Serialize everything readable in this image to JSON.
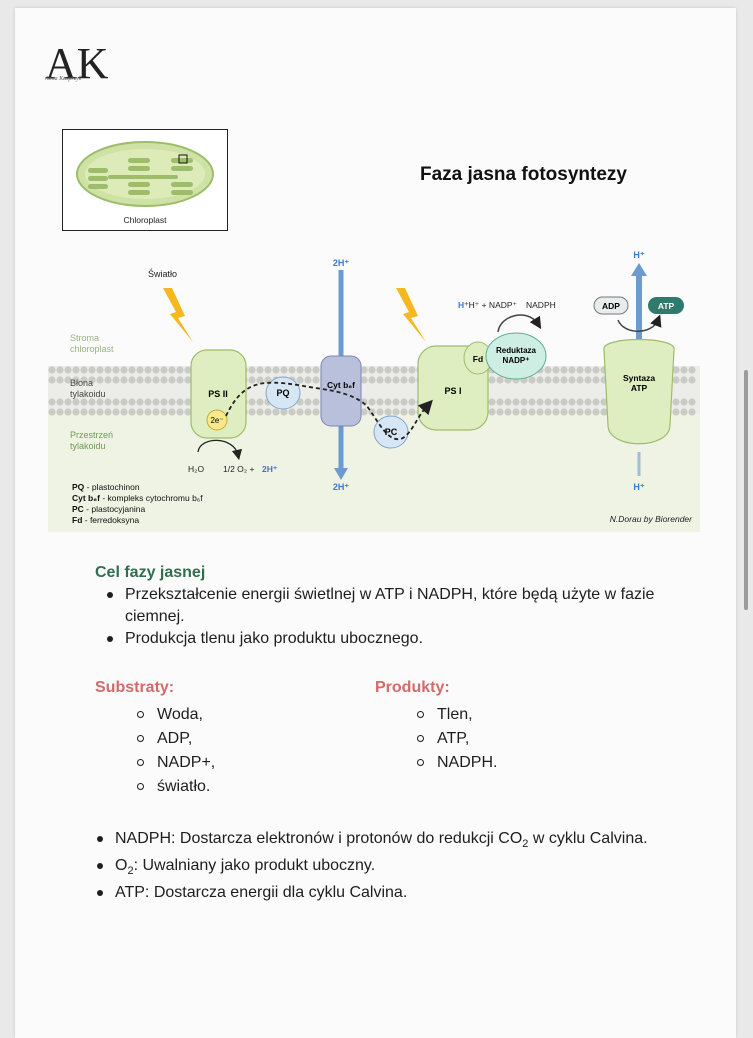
{
  "logo": {
    "letters": "AK",
    "signature": "Anna Kasprzyk"
  },
  "thumbnail": {
    "label": "Chloroplast"
  },
  "title": "Faza jasna fotosyntezy",
  "diagram": {
    "swiatlo": "Światło",
    "region_stroma_1": "Stroma",
    "region_stroma_2": "chloroplast",
    "region_blona_1": "Błona",
    "region_blona_2": "tylakoidu",
    "region_przestrzen_1": "Przestrzeń",
    "region_przestrzen_2": "tylakoidu",
    "ps2": "PS II",
    "two_e": "2e⁻",
    "pq": "PQ",
    "cyt": "Cyt b₆f",
    "pc": "PC",
    "ps1": "PS I",
    "fd": "Fd",
    "reduktaza_1": "Reduktaza",
    "reduktaza_2": "NADP⁺",
    "syntaza_1": "Syntaza",
    "syntaza_2": "ATP",
    "two_h_top": "2H⁺",
    "two_h_bottom": "2H⁺",
    "h_top": "H⁺",
    "h_bottom": "H⁺",
    "h_nadp": "H⁺ + NADP⁺",
    "nadph": "NADPH",
    "adp": "ADP",
    "atp": "ATP",
    "h2o": "H₂O",
    "half_o2": "1/2 O₂ +",
    "half_o2_h": "2H⁺",
    "credit": "N.Dorau by Biorender",
    "legend": [
      {
        "abbr": "PQ",
        "desc": " - plastochinon"
      },
      {
        "abbr": "Cyt b₆f",
        "desc": " - kompleks cytochromu b₆f"
      },
      {
        "abbr": "PC",
        "desc": " - plastocyjanina"
      },
      {
        "abbr": "Fd",
        "desc": " - ferredoksyna"
      }
    ],
    "colors": {
      "membrane": "#c9cbc4",
      "protein_green": "#dfeec0",
      "protein_blue": "#d7e6f4",
      "cyt": "#b9c0dc",
      "arrow_blue": "#6c9bd1",
      "atp": "#2e7a6c",
      "bg_green": "#eef3e3",
      "lightning": "#f5b820"
    }
  },
  "cel": {
    "heading": "Cel fazy jasnej",
    "items": [
      "Przekształcenie energii świetlnej w ATP i NADPH, które będą użyte w fazie ciemnej.",
      "Produkcja tlenu jako produktu ubocznego."
    ]
  },
  "substraty": {
    "heading": "Substraty:",
    "items": [
      "Woda,",
      "ADP,",
      "NADP+,",
      "światło."
    ]
  },
  "produkty": {
    "heading": "Produkty:",
    "items": [
      "Tlen,",
      "ATP,",
      "NADPH."
    ]
  },
  "summary": [
    {
      "prefix": "NADPH: Dostarcza elektronów i protonów do redukcji CO",
      "sub": "2",
      "suffix": " w cyklu Calvina."
    },
    {
      "prefix": "O",
      "sub": "2",
      "suffix": ": Uwalniany jako produkt uboczny."
    },
    {
      "prefix": "ATP: Dostarcza energii dla cyklu Calvina.",
      "sub": "",
      "suffix": ""
    }
  ]
}
